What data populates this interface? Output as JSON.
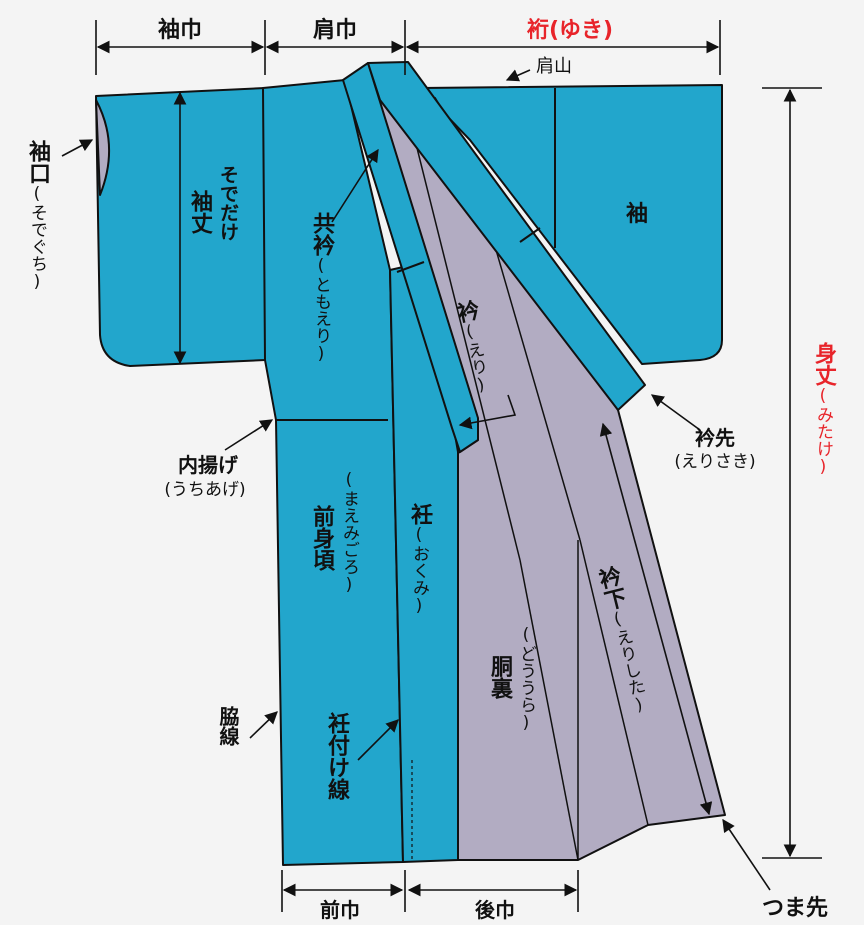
{
  "colors": {
    "fabric": "#22a6cc",
    "lining": "#b2acc2",
    "outline": "#111111",
    "highlight": "#e8242a"
  },
  "labels": {
    "sode_haba": "袖巾",
    "kata_haba": "肩巾",
    "yuki": "裄(ゆき)",
    "katayama": "肩山",
    "sodeguchi": "袖口",
    "sodeguchi_reading": "(そでぐち)",
    "sodetake": "袖丈",
    "sodetake_reading": "そでだけ",
    "tomoeri": "共衿",
    "tomoeri_reading": "(ともえり)",
    "sode": "袖",
    "mitake": "身丈",
    "mitake_reading": "(みたけ)",
    "eri": "衿",
    "eri_reading": "(えり)",
    "erisaki": "衿先",
    "erisaki_reading": "(えりさき)",
    "uchiage": "内揚げ",
    "uchiage_reading": "(うちあげ)",
    "maemigoro": "前身頃",
    "maemigoro_reading": "(まえみごろ)",
    "okumi": "衽",
    "okumi_reading": "(おくみ)",
    "douura": "胴裏",
    "douura_reading": "(どううら)",
    "erishita": "衿下",
    "erishita_reading": "(えりした)",
    "wakisen": "脇線",
    "okumitsukesen": "衽付け線",
    "maehaba": "前巾",
    "ushirohaba": "後巾",
    "tsumasaki": "つま先"
  }
}
